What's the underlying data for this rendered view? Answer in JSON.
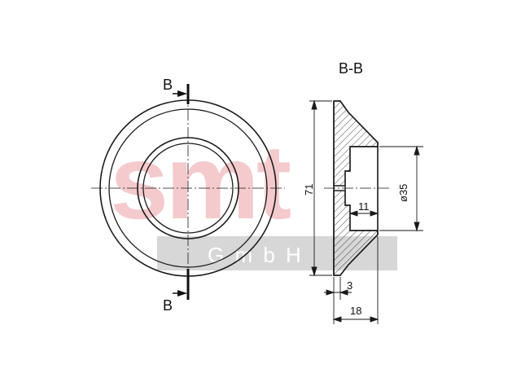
{
  "section": {
    "title": "B-B",
    "marker_top": "B",
    "marker_bottom": "B"
  },
  "dimensions": {
    "height": "71",
    "bore_diameter": "ø35",
    "bore_depth": "11",
    "flange": "3",
    "width": "18"
  },
  "watermark": {
    "logo": "smt",
    "company": "G m b H",
    "color": "#e8a3a8"
  },
  "colors": {
    "line": "#1a1a1a",
    "hatch": "#333333",
    "watermark_band": "#c8c8c8"
  }
}
